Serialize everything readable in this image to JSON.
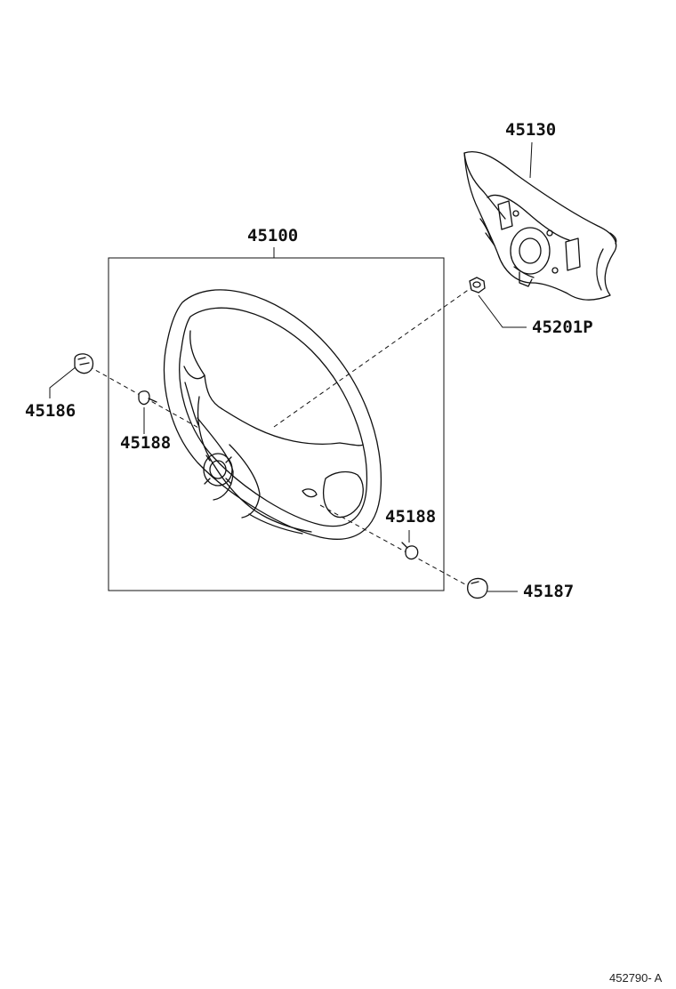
{
  "parts": {
    "horn_pad": "45130",
    "steering_wheel": "45100",
    "nut": "45201P",
    "cover_left": "45186",
    "screw_left": "45188",
    "screw_right": "45188",
    "cover_right": "45187"
  },
  "diagram_code": "452790- A"
}
